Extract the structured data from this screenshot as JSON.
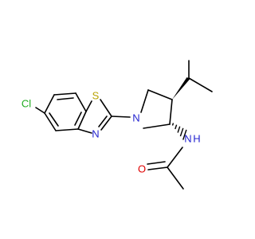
{
  "molecule": {
    "atoms": {
      "chlorine": "Cl",
      "sulfur": "S",
      "thiazole_nitrogen": "N",
      "pyrrolidine_nitrogen": "N",
      "amide_nitrogen": "N",
      "amide_hydrogen": "H",
      "carbonyl_oxygen": "O"
    },
    "colors": {
      "chlorine": "#1fab1f",
      "sulfur": "#b8a200",
      "nitrogen": "#2424d0",
      "oxygen": "#e00000",
      "bond": "#000000"
    }
  }
}
